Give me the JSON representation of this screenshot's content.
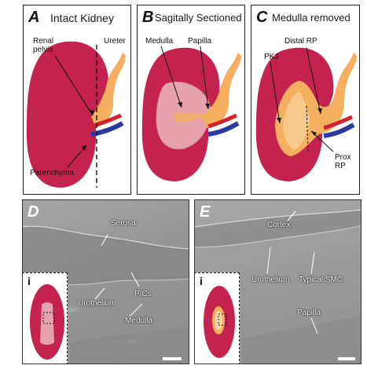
{
  "panels": {
    "a": {
      "letter": "A",
      "title": "Intact Kidney",
      "labels": {
        "ureter": "Ureter",
        "renal_pelvis": "Renal\npelvis",
        "parenchyma": "Parenchyma"
      }
    },
    "b": {
      "letter": "B",
      "title": "Sagitally Sectioned",
      "labels": {
        "medulla": "Medulla",
        "papilla": "Papilla"
      }
    },
    "c": {
      "letter": "C",
      "title": "Medulla removed",
      "labels": {
        "distal_rp": "Distal RP",
        "pkj": "PKJ",
        "prox_rp": "Prox\nRP"
      }
    },
    "d": {
      "letter": "D",
      "inset_letter": "i",
      "labels": {
        "serosa": "Serosa",
        "urothelium": "Urothelium",
        "pics": "PICs",
        "medulla": "Medulla"
      }
    },
    "e": {
      "letter": "E",
      "inset_letter": "i",
      "labels": {
        "cortex": "Cortex",
        "urothelium": "Urothelium",
        "typical_smc": "Typical SMC",
        "papilla": "Papilla"
      }
    }
  },
  "colors": {
    "parenchyma": "#c4234f",
    "pelvis": "#f4b060",
    "artery": "#d4202a",
    "vein": "#2a3aa0",
    "medulla": "#e6a3ae",
    "micrograph": "#9a9a9a"
  },
  "icons": [
    "kidney-diagram",
    "arrow",
    "scale-bar"
  ]
}
